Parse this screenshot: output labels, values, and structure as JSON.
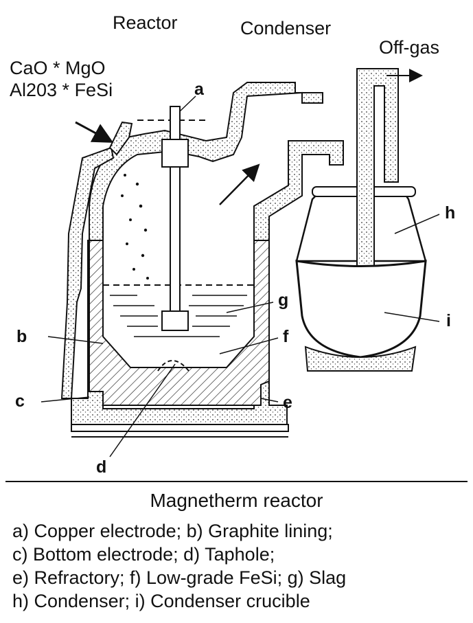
{
  "labels": {
    "reactor": "Reactor",
    "condenser": "Condenser",
    "offgas": "Off-gas",
    "feed_line1": "CaO * MgO",
    "feed_line2": "Al203 * FeSi"
  },
  "letters": {
    "a": "a",
    "b": "b",
    "c": "c",
    "d": "d",
    "e": "e",
    "f": "f",
    "g": "g",
    "h": "h",
    "i": "i"
  },
  "caption": {
    "title": "Magnetherm  reactor",
    "lines": [
      "a) Copper electrode; b) Graphite lining;",
      "c) Bottom electrode; d) Taphole;",
      "e) Refractory; f) Low-grade FeSi; g) Slag",
      "h) Condenser; i) Condenser crucible"
    ]
  }
}
